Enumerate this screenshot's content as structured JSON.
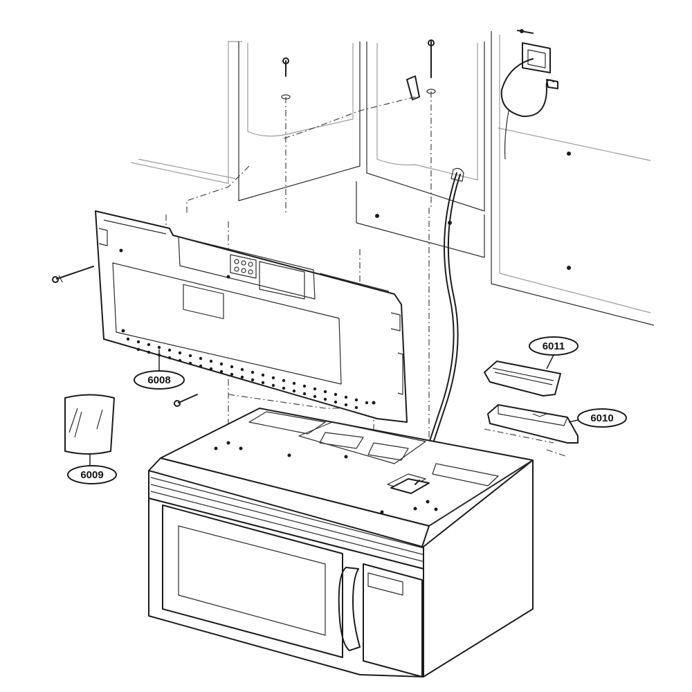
{
  "callouts": [
    {
      "id": "mounting_plate",
      "label": "6008"
    },
    {
      "id": "bag",
      "label": "6009"
    },
    {
      "id": "damper_bracket",
      "label": "6010"
    },
    {
      "id": "damper_cover",
      "label": "6011"
    }
  ]
}
